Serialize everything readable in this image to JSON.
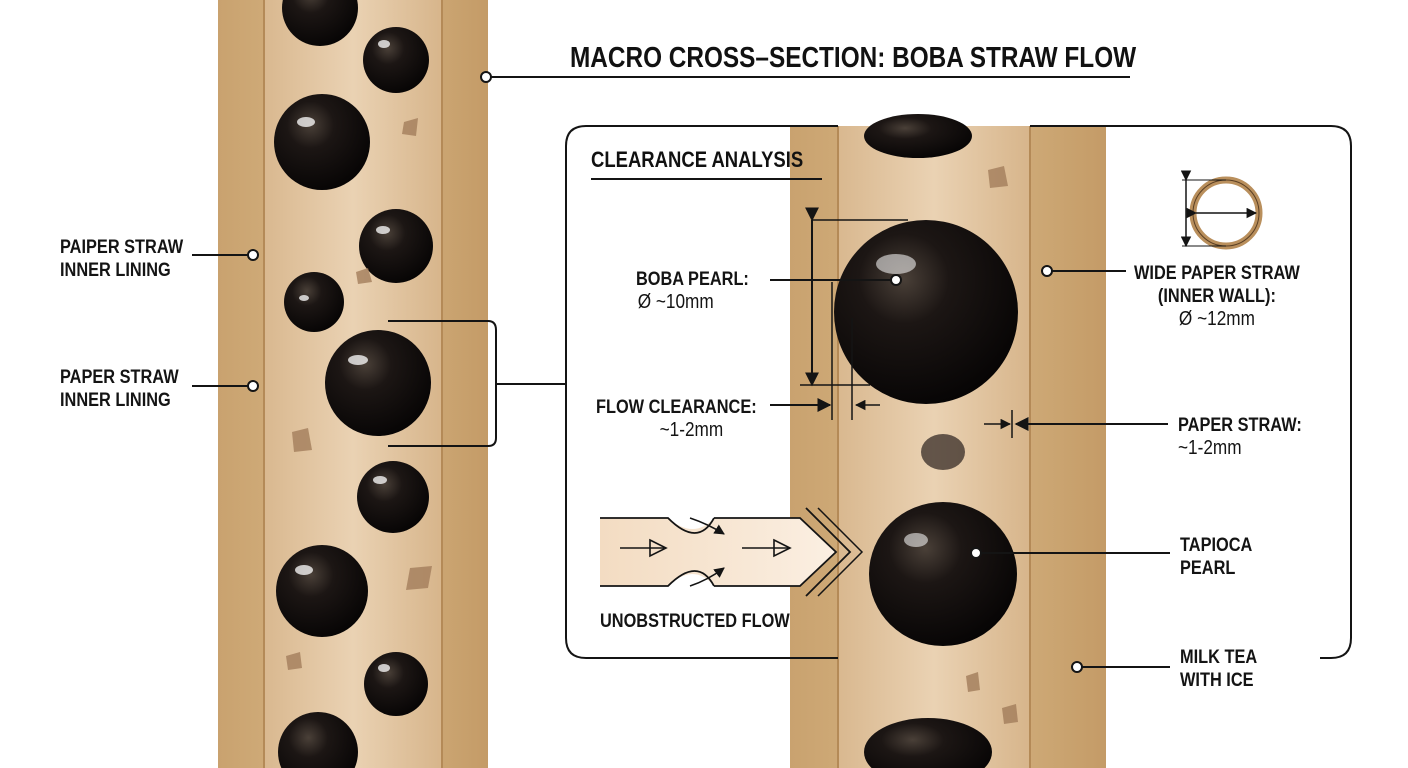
{
  "title": "MACRO CROSS–SECTION: BOBA STRAW FLOW",
  "inset": {
    "title": "CLEARANCE ANALYSIS",
    "boba_pearl": {
      "label": "BOBA PEARL:",
      "value": "Ø ~10mm"
    },
    "flow_clearance": {
      "label": "FLOW CLEARANCE:",
      "value": "~1-2mm"
    },
    "unobstructed_flow": "UNOBSTRUCTED FLOW"
  },
  "left_labels": {
    "lining_top": [
      "PAIPER STRAW",
      "INNER LINING"
    ],
    "lining_bottom": [
      "PAPER STRAW",
      "INNER LINING"
    ]
  },
  "right_labels": {
    "wide_straw": [
      "WIDE PAPER STRAW",
      "(INNER WALL):"
    ],
    "wide_straw_value": "Ø ~12mm",
    "paper_straw_label": "PAPER STRAW:",
    "paper_straw_value": "~1-2mm",
    "tapioca": [
      "TAPIOCA",
      "PEARL"
    ],
    "milk_tea": [
      "MILK TEA",
      "WITH ICE"
    ]
  },
  "colors": {
    "paper": "#d2b07f",
    "paper_dark": "#b98f5c",
    "milk_tea": "#e2c39f",
    "pearl": "#141010",
    "ink": "#141414"
  }
}
